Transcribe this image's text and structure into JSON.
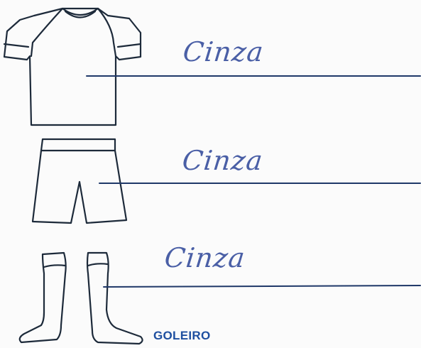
{
  "answers": {
    "shirt": "Cinza",
    "shorts": "Cinza",
    "socks": "Cinza"
  },
  "caption": "GOLEIRO",
  "colors": {
    "outline": "#1d2a3a",
    "answer_line": "#1f3868",
    "handwriting": "#4a5fa6",
    "caption": "#1e4fa0",
    "paper": "#fbfbfb"
  }
}
